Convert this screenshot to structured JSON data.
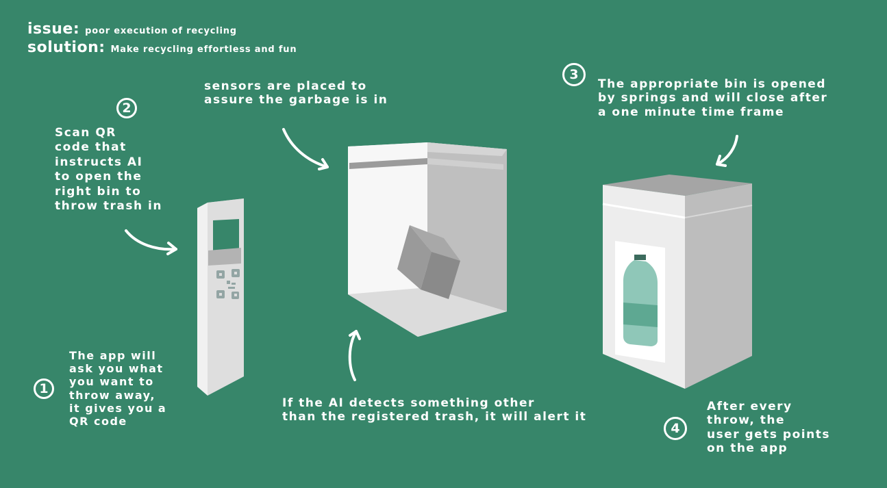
{
  "header": {
    "issue_label": "issue:",
    "issue_text": "poor execution of recycling",
    "solution_label": "solution:",
    "solution_text": "Make recycling effortless and fun"
  },
  "steps": [
    {
      "number": "1",
      "text": "The app will\nask you what\nyou want to\nthrow away,\nit gives you a\nQR code"
    },
    {
      "number": "2",
      "text": "Scan QR\ncode that\ninstructs AI\nto open the\nright bin to\nthrow trash in"
    },
    {
      "number": "3",
      "text": "The appropriate bin is opened\nby springs and will close after\n a one minute time frame"
    },
    {
      "number": "4",
      "text": "After every\nthrow, the\nuser gets points\non the app"
    }
  ],
  "notes": {
    "sensors": "sensors are placed to\nassure the garbage is in",
    "ai_alert": "If the AI detects something other\n than the registered trash, it will alert it"
  },
  "colors": {
    "background": "#37866a",
    "text": "#ffffff",
    "bottle": "#8fc7b8",
    "bottle_band": "#5ea892"
  }
}
